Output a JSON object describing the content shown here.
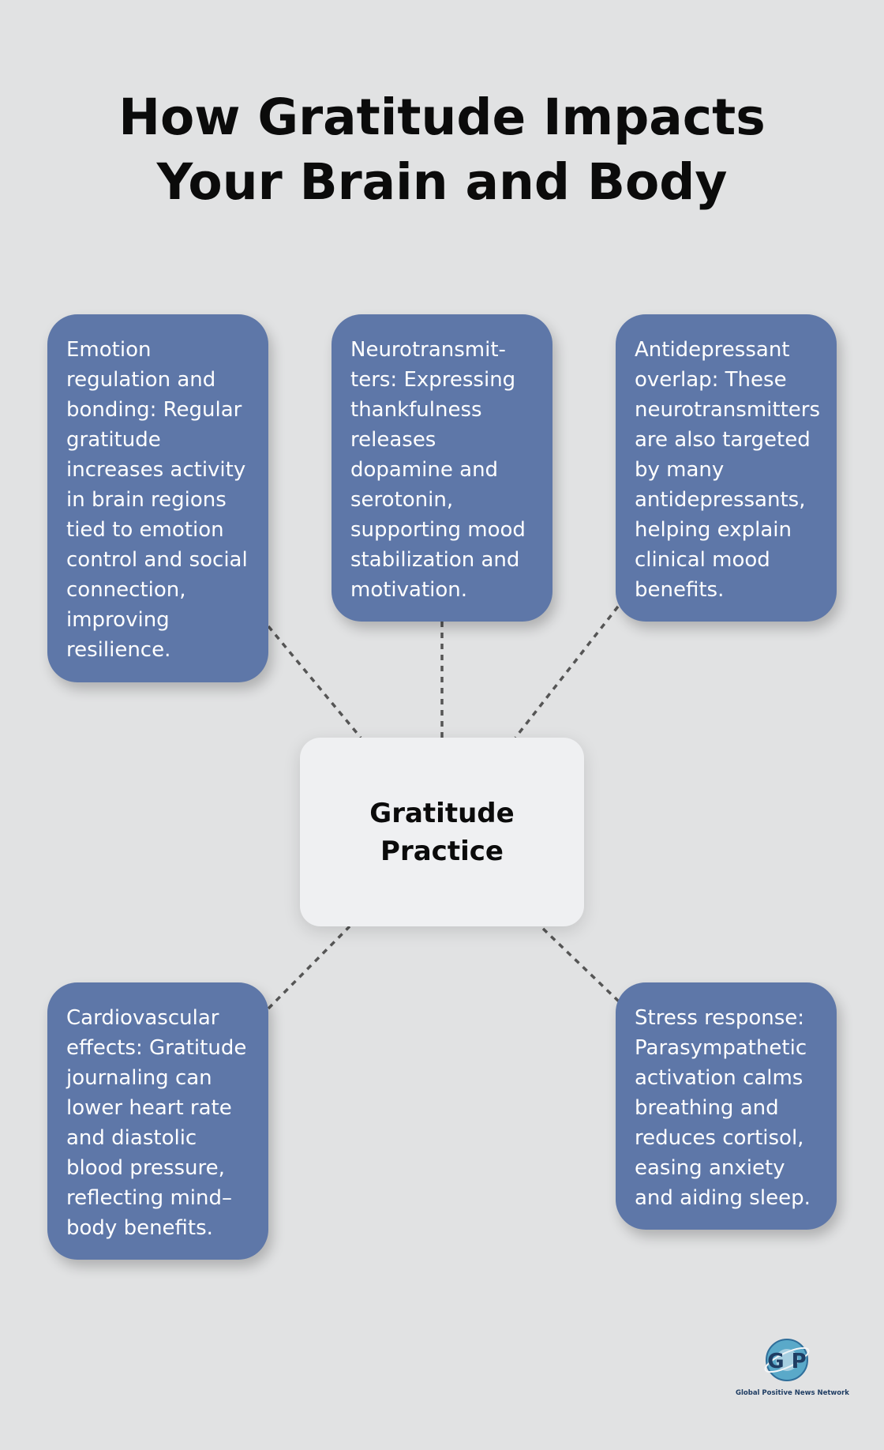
{
  "title": "How Gratitude Impacts Your Brain and Body",
  "center": {
    "label": "Gratitude Practice"
  },
  "cards": [
    "Emotion regulation and bonding: Regular gratitude increases activity in brain regions tied to emotion control and social connection, improving resilience.",
    "Neurotransmit­ters: Expressing thankfulness releases dopamine and serotonin, supporting mood stabilization and motivation.",
    "Antidepressant overlap: These neurotransmit­ters are also targeted by many antidepressants, helping explain clinical mood benefits.",
    "Cardiovascular effects: Gratitude journaling can lower heart rate and diastolic blood pressure, reflecting mind–body benefits.",
    "Stress response: Parasympathetic activation calms breathing and reduces cortisol, easing anxiety and aiding sleep."
  ],
  "logo": {
    "initials": "G P",
    "name": "Global Positive News Network"
  },
  "colors": {
    "background": "#e1e2e3",
    "card": "#5e77a8",
    "center": "#eff0f2",
    "connector": "#555555",
    "title": "#0b0b0b"
  }
}
